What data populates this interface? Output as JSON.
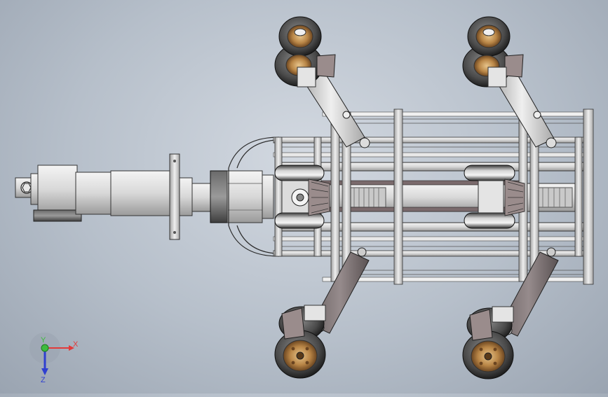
{
  "viewport": {
    "background_colors": [
      "#d3d9e1",
      "#9aa4b1"
    ],
    "model_subject": "pipe-crawler-robot-assembly",
    "render_style": "shaded-with-edges"
  },
  "triad": {
    "x_label": "X",
    "y_label": "Y",
    "z_label": "Z",
    "x_color": "#e23a3a",
    "y_color": "#3dbb3d",
    "z_color": "#2f3fd0"
  }
}
